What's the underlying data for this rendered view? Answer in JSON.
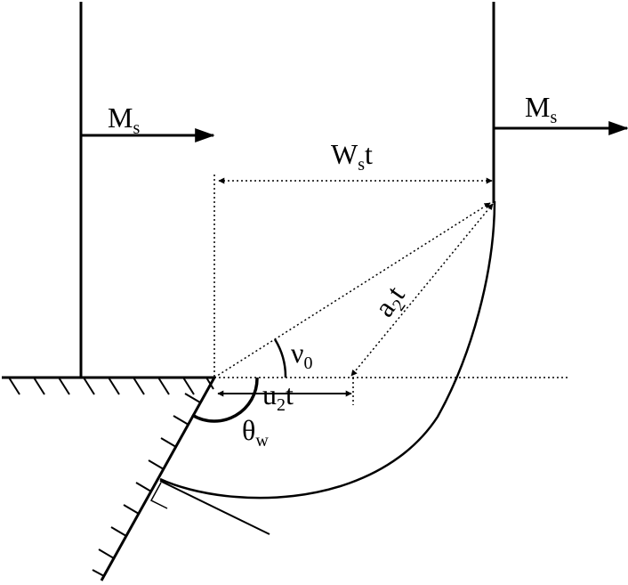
{
  "labels": {
    "ms_left": {
      "base": "M",
      "sub": "s"
    },
    "ms_right": {
      "base": "M",
      "sub": "s"
    },
    "wst": {
      "base": "W",
      "sub": "s",
      "post": "t"
    },
    "a2t": {
      "base": "a",
      "sub": "2",
      "post": "t"
    },
    "nu0": {
      "base": "ν",
      "sub": "0"
    },
    "u2t": {
      "base": "u",
      "sub": "2",
      "post": "t"
    },
    "thetaw": {
      "base": "θ",
      "sub": "w"
    }
  },
  "colors": {
    "ink": "#000000",
    "background": "#ffffff"
  }
}
